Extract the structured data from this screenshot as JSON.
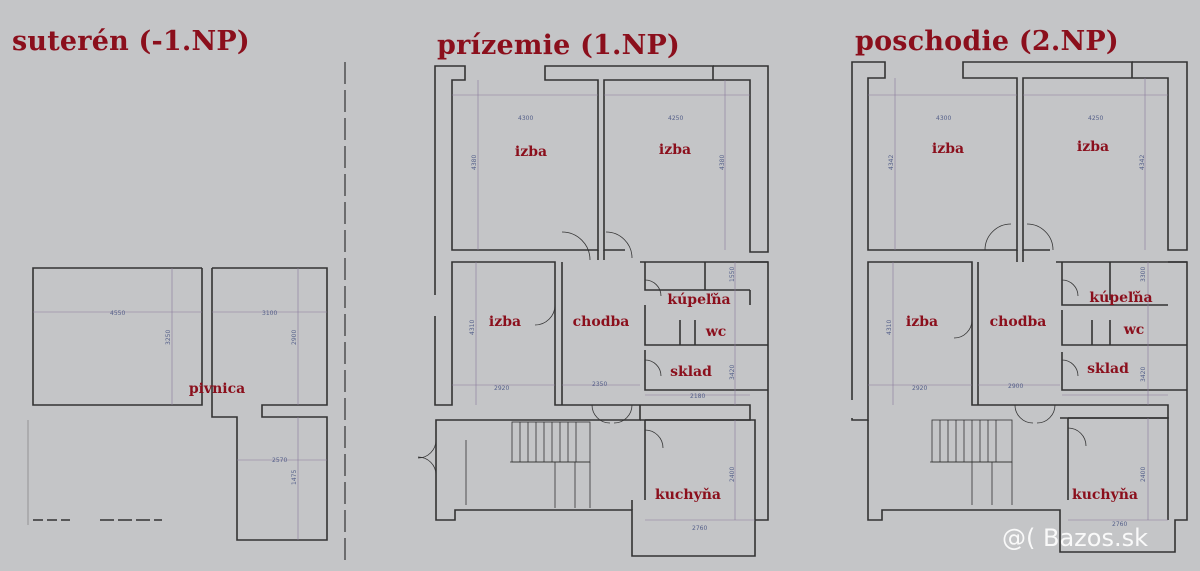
{
  "floors": [
    {
      "title": "suterén (-1.NP)",
      "rooms": [
        "pivnica"
      ],
      "dimensions": [
        "4550",
        "3100",
        "3250",
        "2900",
        "2570",
        "1475"
      ]
    },
    {
      "title": "prízemie (1.NP)",
      "rooms": [
        "izba",
        "izba",
        "izba",
        "chodba",
        "kúpeľňa",
        "wc",
        "sklad",
        "kuchyňa"
      ],
      "dimensions": [
        "4300",
        "4250",
        "4380",
        "4380",
        "4310",
        "2920",
        "2350",
        "2180",
        "1550",
        "3420",
        "2400",
        "2760"
      ]
    },
    {
      "title": "poschodie (2.NP)",
      "rooms": [
        "izba",
        "izba",
        "izba",
        "chodba",
        "kúpeľňa",
        "wc",
        "sklad",
        "kuchyňa"
      ],
      "dimensions": [
        "4300",
        "4250",
        "4342",
        "4342",
        "4310",
        "2920",
        "2900",
        "3300",
        "3420",
        "2400",
        "2760"
      ]
    }
  ],
  "watermark": "@( Bazos.sk",
  "colors": {
    "background": "#c4c5c7",
    "wall": "#333333",
    "label": "#8b0f1c",
    "dimension": "#55608a",
    "watermark": "#ffffff"
  }
}
